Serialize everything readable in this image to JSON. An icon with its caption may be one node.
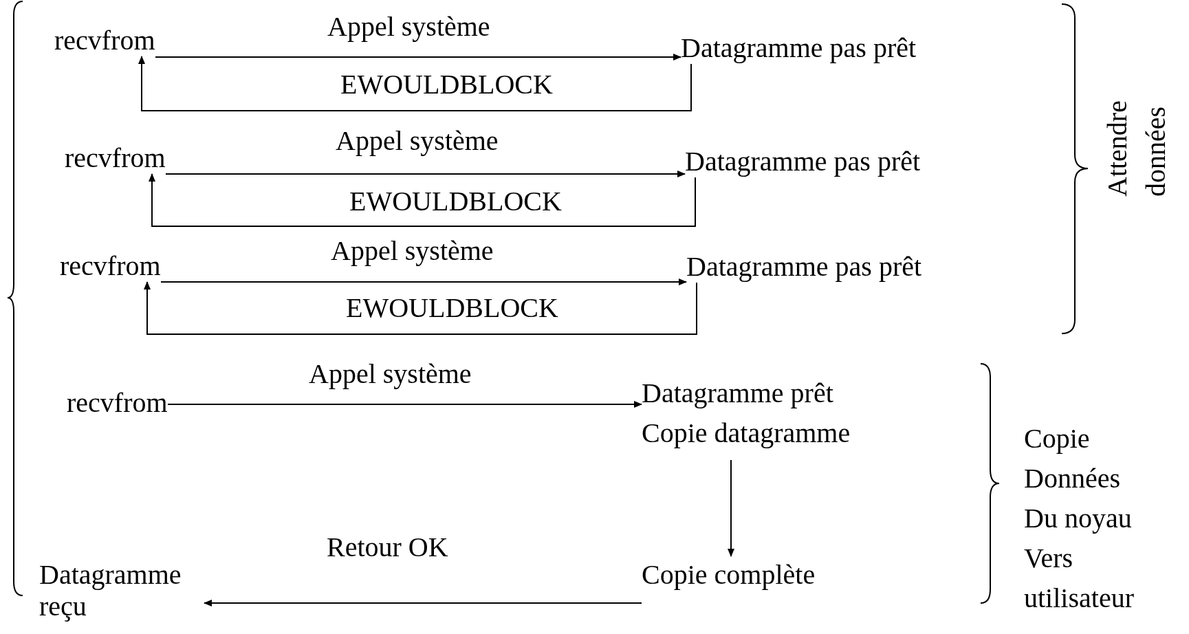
{
  "diagram": {
    "nodes": [
      {
        "text": [
          "recvfrom"
        ]
      },
      {
        "text": [
          "Datagramme pas prêt"
        ]
      },
      {
        "text": [
          "recvfrom"
        ]
      },
      {
        "text": [
          "Datagramme pas prêt"
        ]
      },
      {
        "text": [
          "recvfrom"
        ]
      },
      {
        "text": [
          "Datagramme pas prêt"
        ]
      },
      {
        "text": [
          "recvfrom"
        ]
      },
      {
        "text": [
          "Datagramme prêt",
          "Copie datagramme"
        ]
      },
      {
        "text": [
          "Copie complète"
        ]
      },
      {
        "text": [
          "Datagramme reçu"
        ]
      }
    ],
    "edges": [
      {
        "from": 0,
        "to": 1,
        "arrow": "to",
        "label": "Appel système"
      },
      {
        "from": 1,
        "to": 0,
        "arrow": "to",
        "label": "EWOULDBLOCK"
      },
      {
        "from": 2,
        "to": 3,
        "arrow": "to",
        "label": "Appel système"
      },
      {
        "from": 3,
        "to": 2,
        "arrow": "to",
        "label": "EWOULDBLOCK"
      },
      {
        "from": 4,
        "to": 5,
        "arrow": "to",
        "label": "Appel système"
      },
      {
        "from": 5,
        "to": 4,
        "arrow": "to",
        "label": "EWOULDBLOCK"
      },
      {
        "from": 6,
        "to": 7,
        "arrow": "to",
        "label": "Appel système"
      },
      {
        "from": 7,
        "to": 8,
        "arrow": "to"
      },
      {
        "from": 8,
        "to": 9,
        "arrow": "to",
        "label": "Retour OK"
      }
    ],
    "labels": [
      "Attendre données",
      "Copie Données Du noyau Vers utilisateur"
    ]
  }
}
